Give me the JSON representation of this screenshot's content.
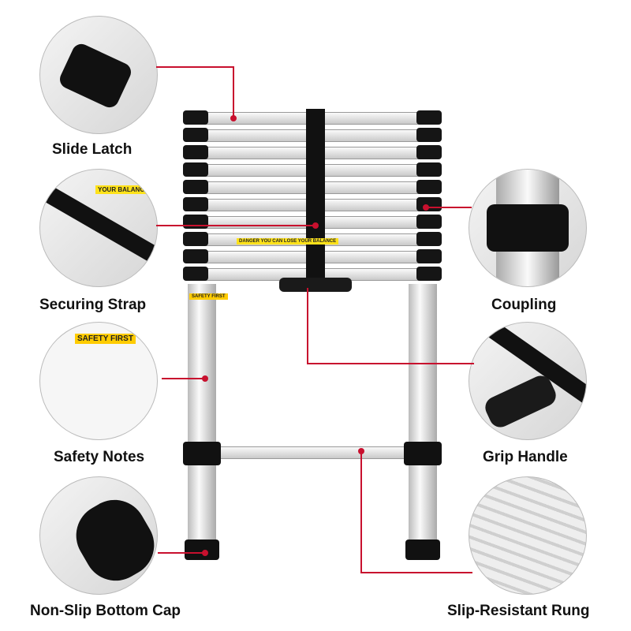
{
  "callouts": {
    "slide_latch": "Slide Latch",
    "securing_strap": "Securing Strap",
    "safety_notes": "Safety Notes",
    "bottom_cap": "Non-Slip Bottom Cap",
    "coupling": "Coupling",
    "grip_handle": "Grip Handle",
    "rung": "Slip-Resistant Rung"
  },
  "stickers": {
    "safety_first": "SAFETY FIRST",
    "danger": "DANGER",
    "balance": "YOU CAN LOSE YOUR BALANCE",
    "balance_short": "YOUR BALANCE"
  },
  "colors": {
    "accent": "#c8102e",
    "sticker": "#ffe21a"
  }
}
